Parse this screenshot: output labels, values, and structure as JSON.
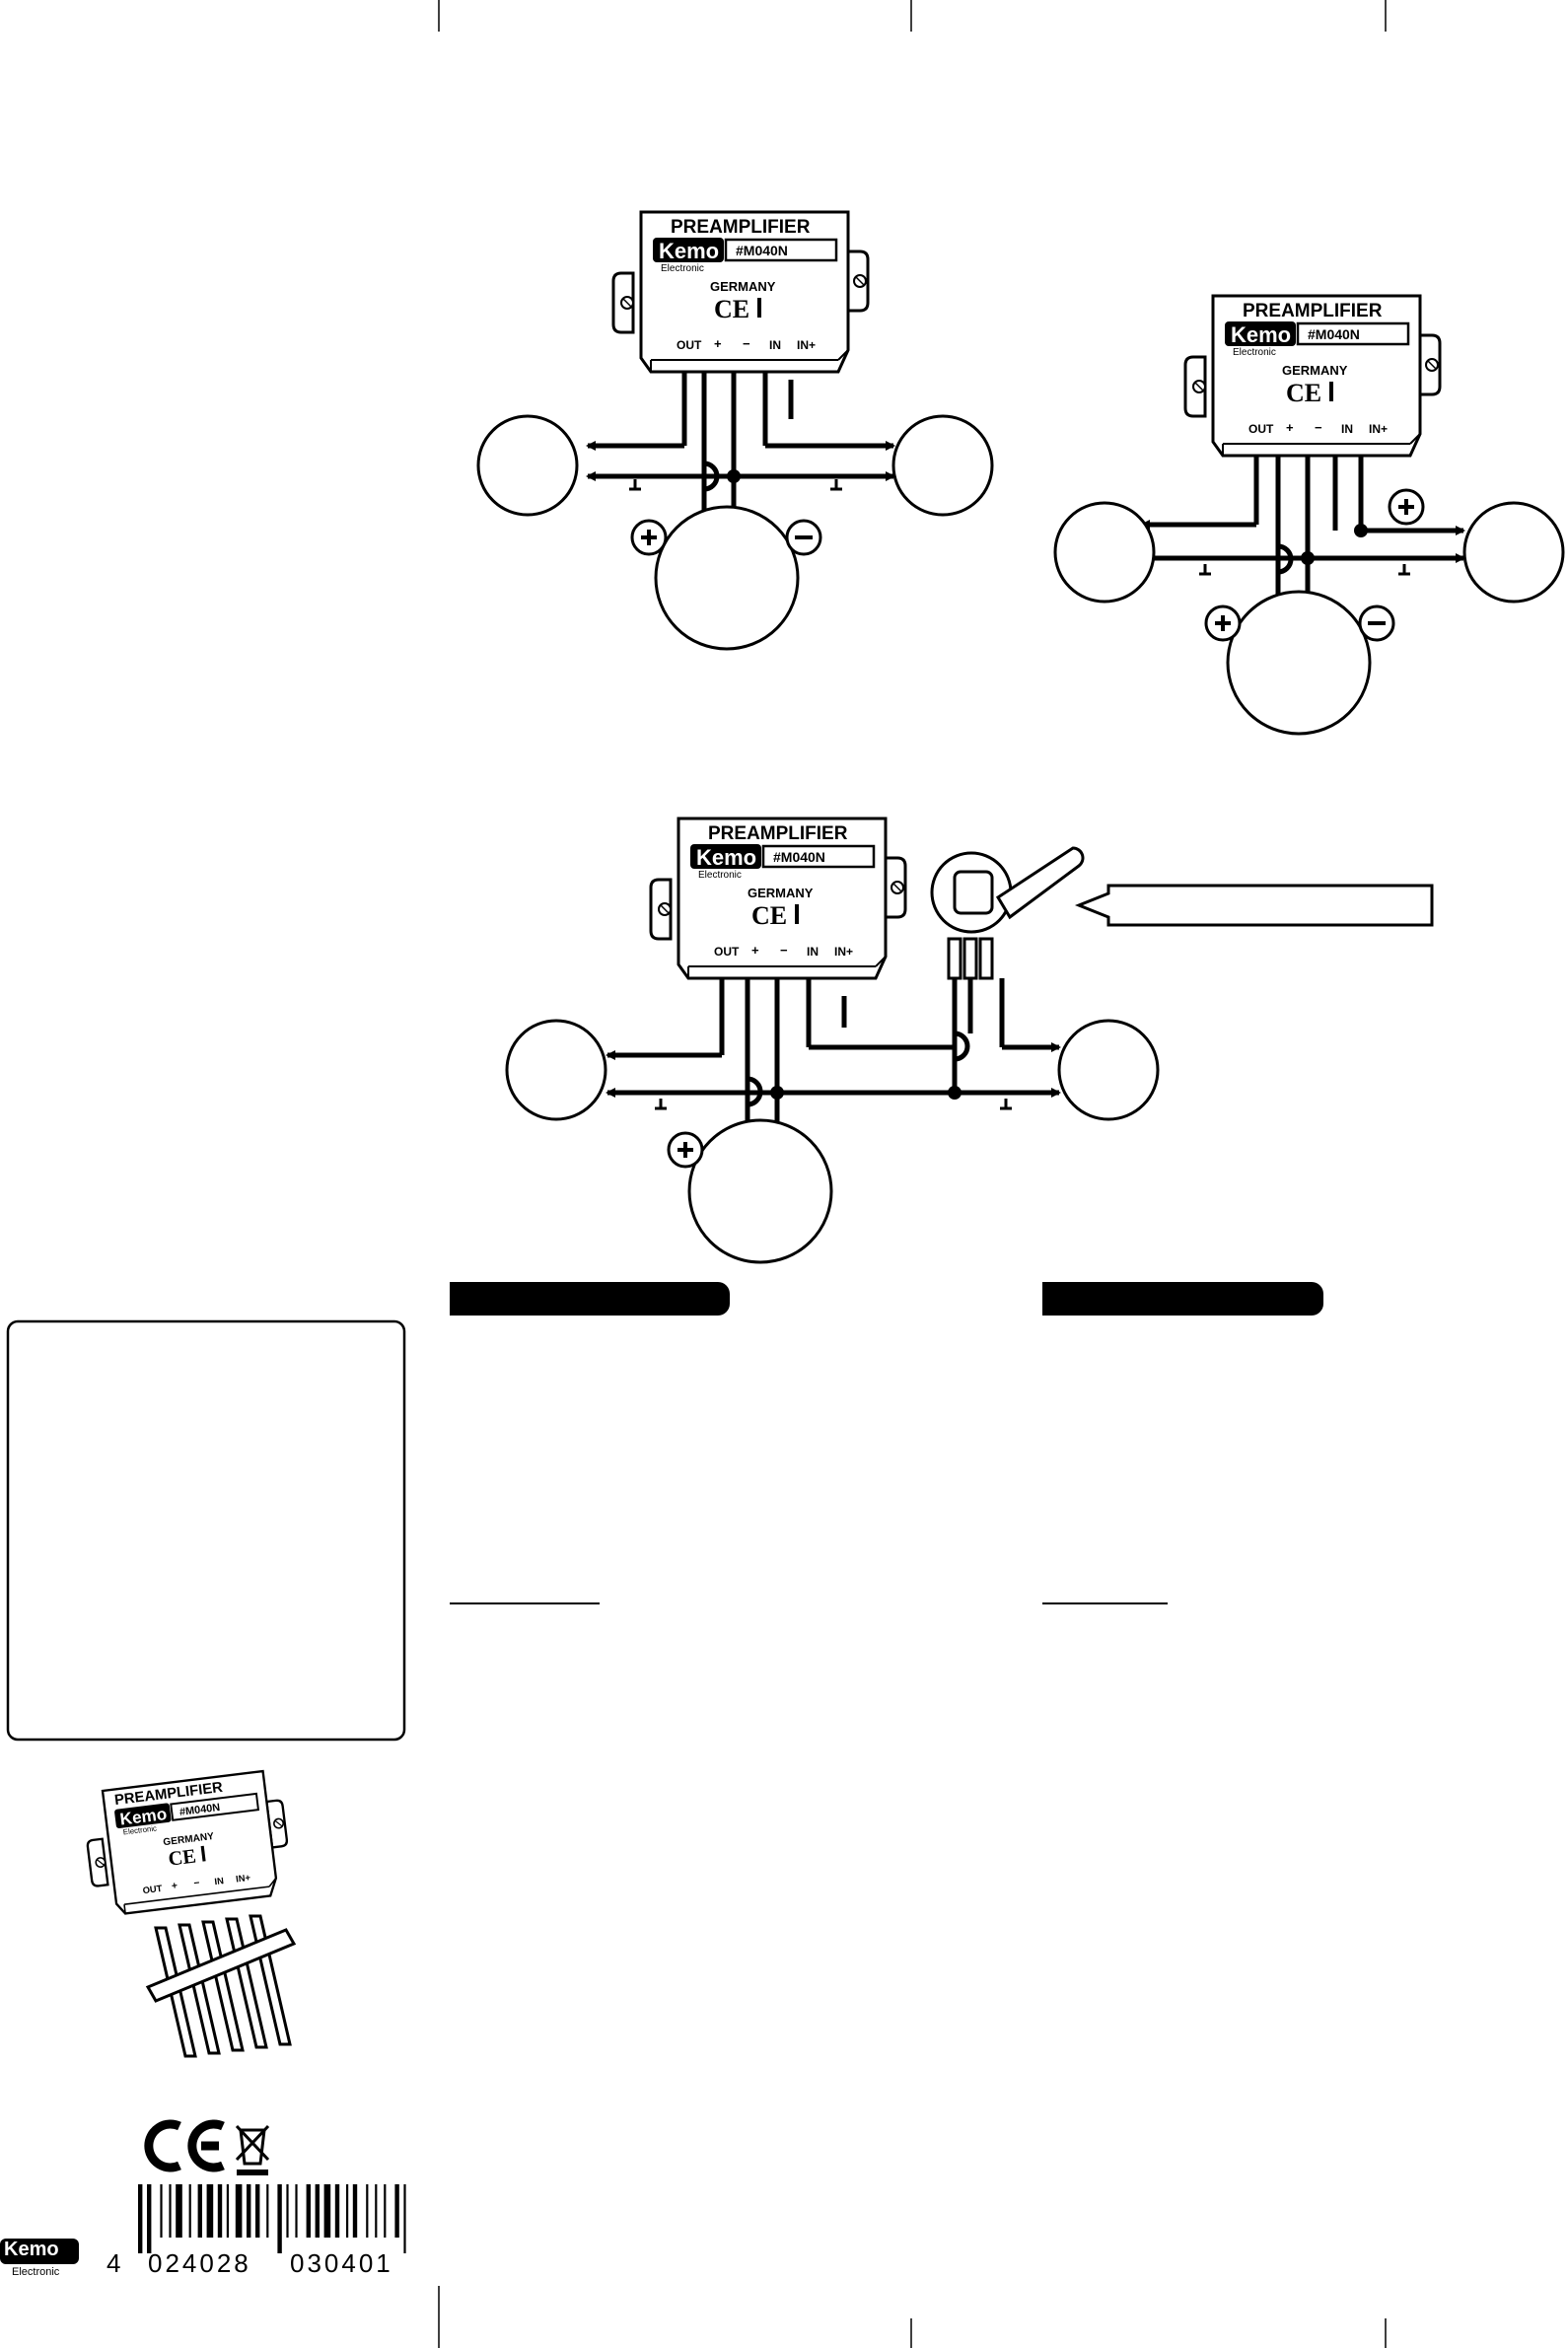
{
  "module": {
    "title": "PREAMPLIFIER",
    "brand": "Kemo",
    "brand_sub": "Electronic",
    "model": "#M040N",
    "origin": "GERMANY",
    "ce_mark": "CE",
    "pins": [
      "OUT",
      "+",
      "−",
      "IN",
      "IN+"
    ]
  },
  "symbols": {
    "plus": "+",
    "minus": "−",
    "ground": "⊥"
  },
  "footer": {
    "brand": "Kemo",
    "brand_sub": "Electronic",
    "barcode_lead": "4",
    "barcode_left": "024028",
    "barcode_right": "030401"
  },
  "colors": {
    "ink": "#000000",
    "paper": "#ffffff"
  }
}
